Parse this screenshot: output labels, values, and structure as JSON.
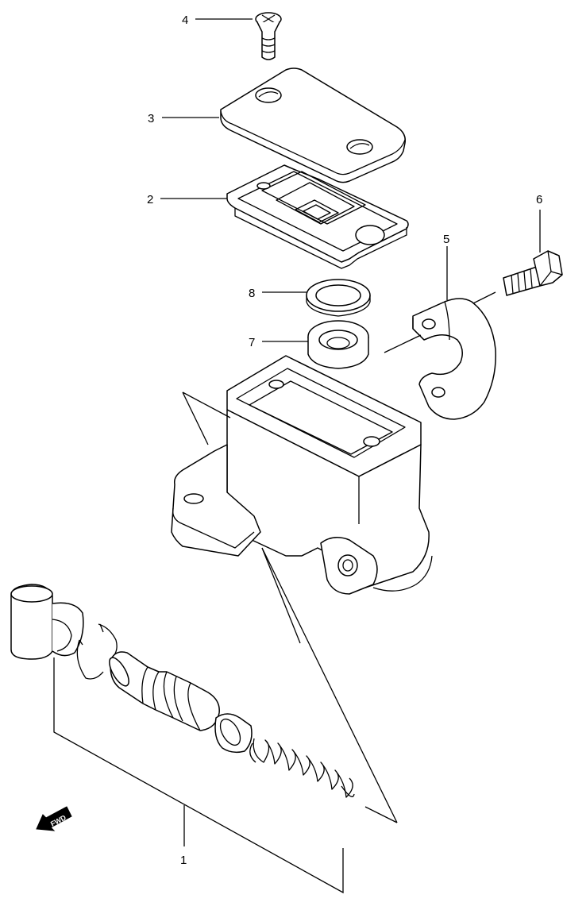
{
  "callouts": [
    {
      "id": "1",
      "label": "1"
    },
    {
      "id": "2",
      "label": "2"
    },
    {
      "id": "3",
      "label": "3"
    },
    {
      "id": "4",
      "label": "4"
    },
    {
      "id": "5",
      "label": "5"
    },
    {
      "id": "6",
      "label": "6"
    },
    {
      "id": "7",
      "label": "7"
    },
    {
      "id": "8",
      "label": "8"
    }
  ],
  "direction_marker": {
    "text": "FWD",
    "icon": "fwd-arrow-icon"
  }
}
